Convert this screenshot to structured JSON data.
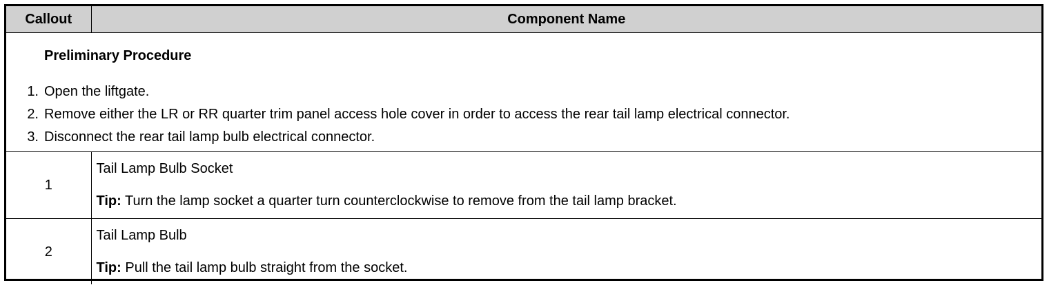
{
  "table": {
    "header": {
      "callout": "Callout",
      "component": "Component Name"
    },
    "preliminary": {
      "title": "Preliminary Procedure",
      "steps": [
        {
          "num": "1.",
          "text": "Open the liftgate."
        },
        {
          "num": "2.",
          "text": "Remove either the LR or RR quarter trim panel access hole cover in order to access the rear tail lamp electrical connector."
        },
        {
          "num": "3.",
          "text": "Disconnect the rear tail lamp bulb electrical connector."
        }
      ]
    },
    "items": [
      {
        "callout": "1",
        "name": "Tail Lamp Bulb Socket",
        "tip_label": "Tip:",
        "tip_text": " Turn the lamp socket a quarter turn counterclockwise to remove from the tail lamp bracket."
      },
      {
        "callout": "2",
        "name": "Tail Lamp Bulb",
        "tip_label": "Tip:",
        "tip_text": " Pull the tail lamp bulb straight from the socket."
      }
    ]
  }
}
